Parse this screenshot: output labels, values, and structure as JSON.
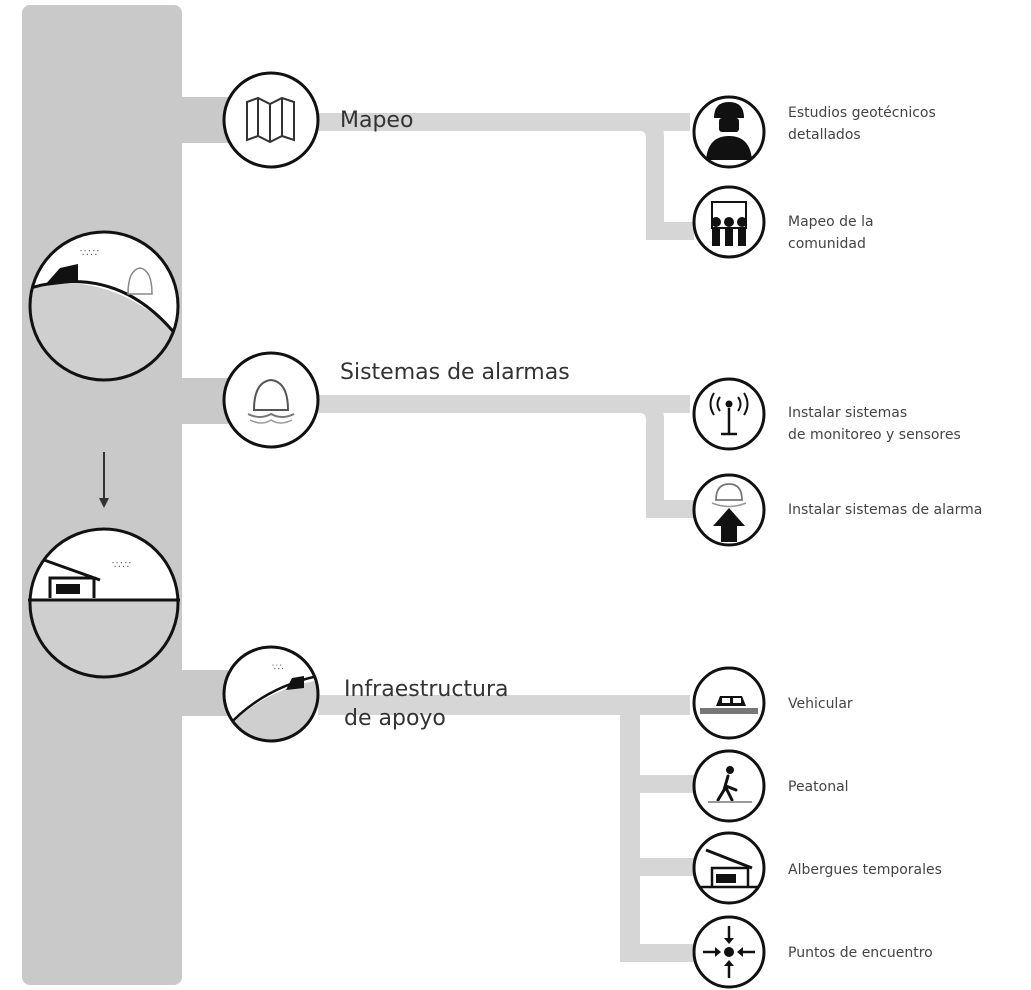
{
  "colors": {
    "band": "#c9c9c9",
    "branch": "#d6d6d6",
    "ground": "#cfcfcf",
    "ink": "#111111",
    "text": "#3a3a3a"
  },
  "categories": [
    {
      "id": "mapeo",
      "icon": "folded-map-icon",
      "label_lines": [
        "Mapeo"
      ],
      "items": [
        {
          "icon": "engineer-icon",
          "label_lines": [
            "Estudios geotécnicos",
            "detallados"
          ]
        },
        {
          "icon": "community-map-icon",
          "label_lines": [
            "Mapeo de la",
            "comunidad"
          ]
        }
      ]
    },
    {
      "id": "alarmas",
      "icon": "alarm-bell-icon",
      "label_lines": [
        "Sistemas de alarmas"
      ],
      "items": [
        {
          "icon": "antenna-icon",
          "label_lines": [
            "Instalar sistemas",
            "de monitoreo y sensores"
          ]
        },
        {
          "icon": "alarm-evacuation-icon",
          "label_lines": [
            "Instalar sistemas de alarma"
          ]
        }
      ]
    },
    {
      "id": "infraestructura",
      "icon": "hillside-house-icon",
      "label_lines": [
        "Infraestructura",
        "de  apoyo"
      ],
      "items": [
        {
          "icon": "vehicle-icon",
          "label_lines": [
            "Vehicular"
          ]
        },
        {
          "icon": "pedestrian-icon",
          "label_lines": [
            "Peatonal"
          ]
        },
        {
          "icon": "shelter-icon",
          "label_lines": [
            "Albergues temporales"
          ]
        },
        {
          "icon": "meeting-point-icon",
          "label_lines": [
            "Puntos de encuentro"
          ]
        }
      ]
    }
  ]
}
